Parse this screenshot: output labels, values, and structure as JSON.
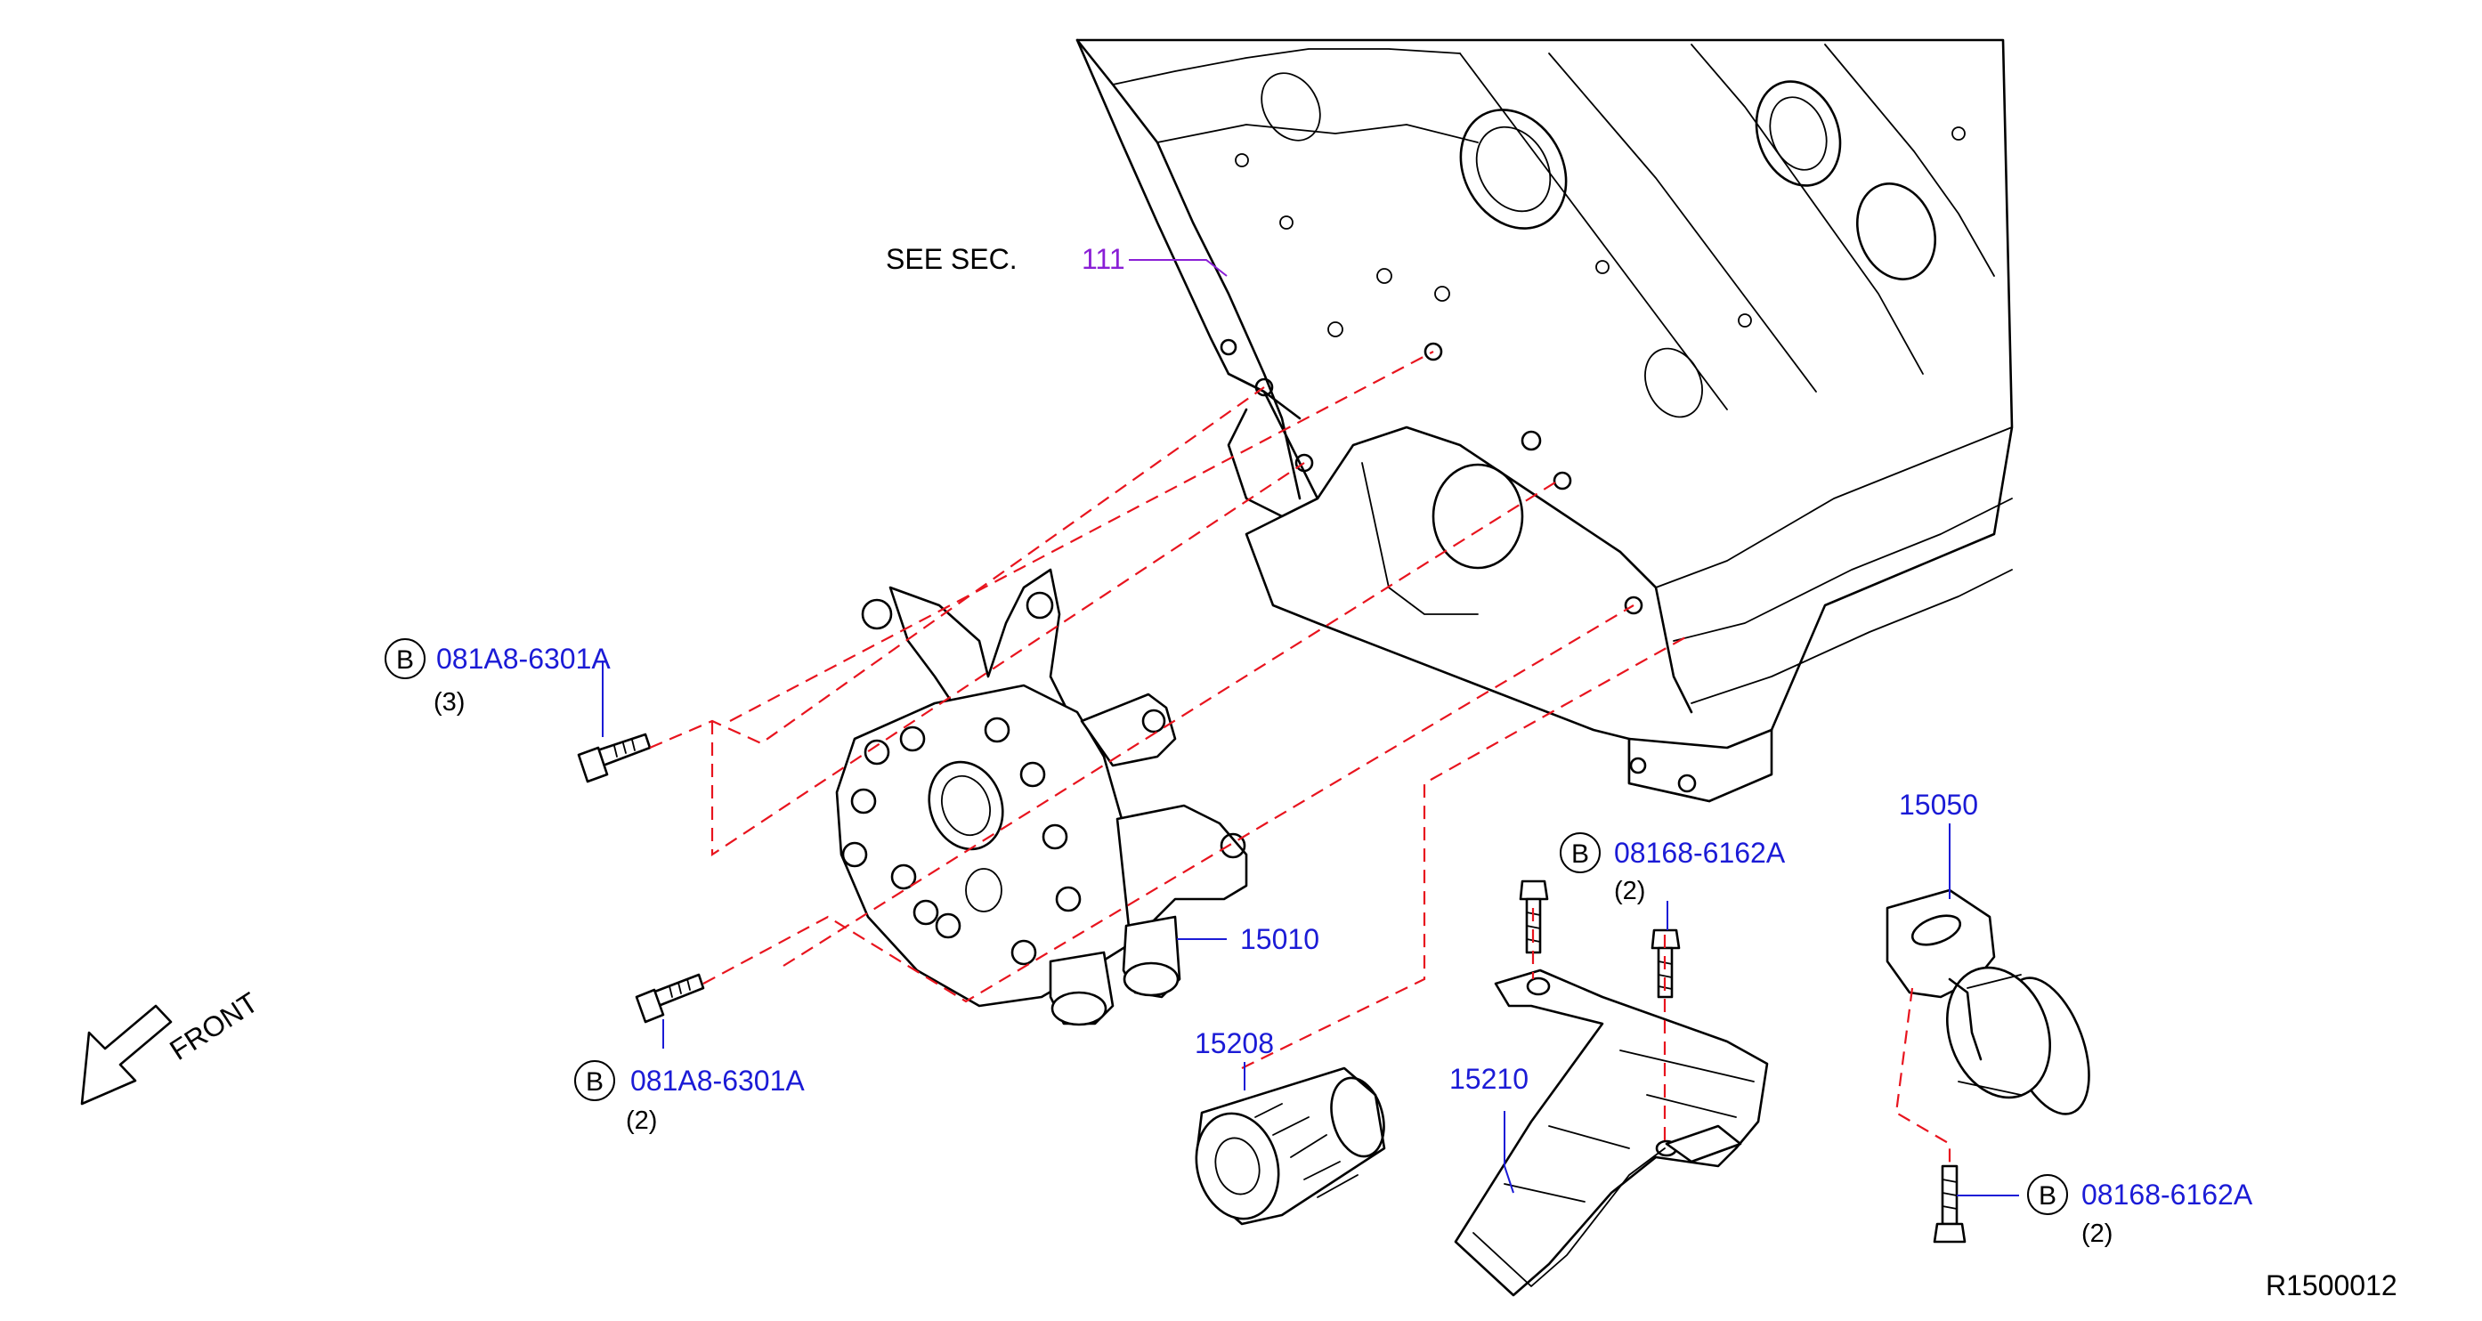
{
  "see_section": {
    "prefix": "SEE  SEC.",
    "number": "111"
  },
  "parts": {
    "oil_pump": "15010",
    "oil_filter": "15208",
    "oil_filter_bracket": "15210",
    "oil_strainer": "15050"
  },
  "bolts": {
    "bolt_top_left": {
      "code": "081A8-6301A",
      "qty": "(3)",
      "marker": "B"
    },
    "bolt_bottom_left": {
      "code": "081A8-6301A",
      "qty": "(2)",
      "marker": "B"
    },
    "bolt_bracket": {
      "code": "08168-6162A",
      "qty": "(2)",
      "marker": "B"
    },
    "bolt_strainer": {
      "code": "08168-6162A",
      "qty": "(2)",
      "marker": "B"
    }
  },
  "front_label": "FRONT",
  "diagram_id": "R1500012",
  "colors": {
    "part_number": "#1b1bd6",
    "section_ref": "#8a1fd6",
    "guide_line": "#e8141e",
    "outline": "#000000"
  }
}
